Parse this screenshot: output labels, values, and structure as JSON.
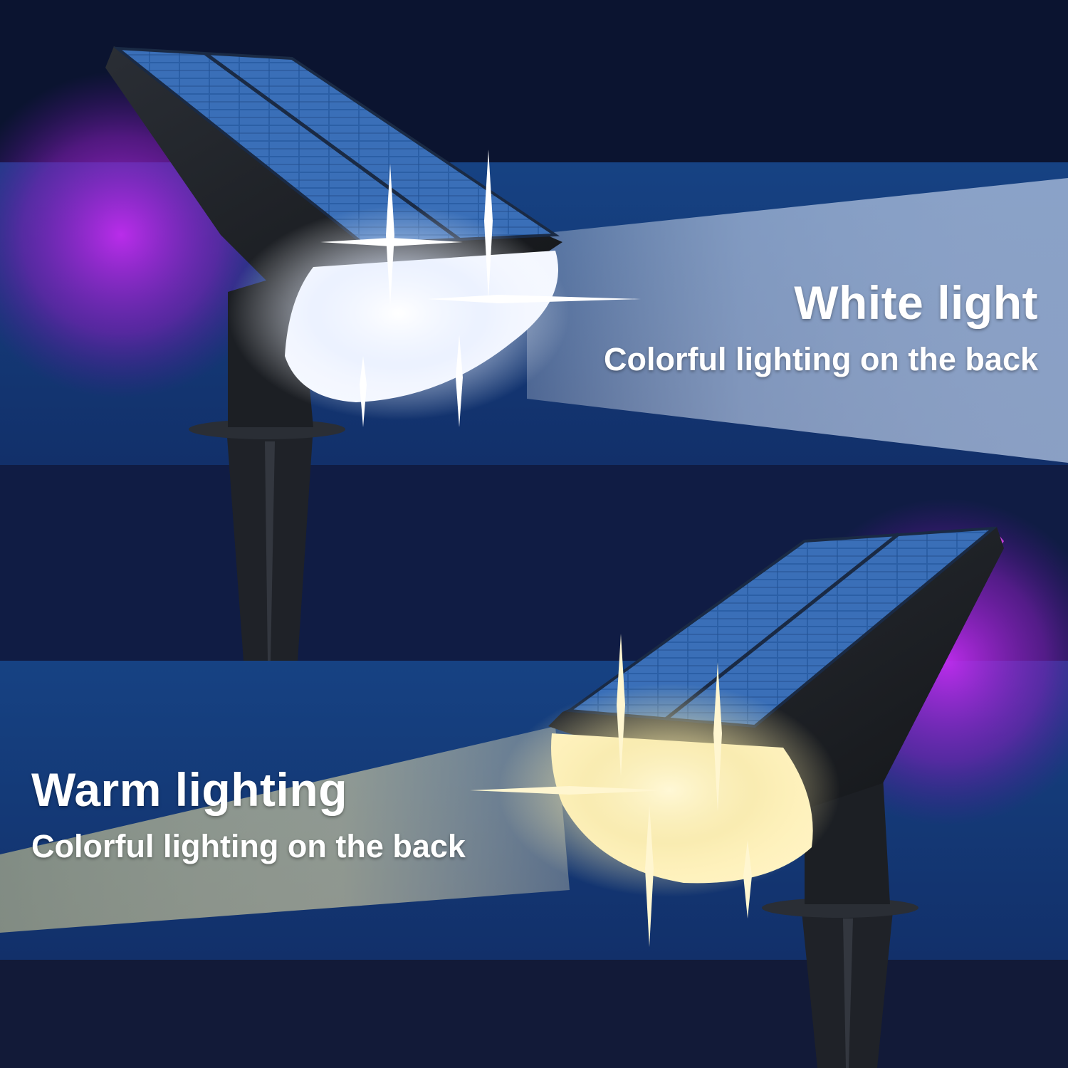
{
  "panels": [
    {
      "title": "White light",
      "subtitle": "Colorful lighting on the back",
      "light_color": "#ffffff"
    },
    {
      "title": "Warm lighting",
      "subtitle": "Colorful lighting on the back",
      "light_color": "#fff1b8"
    }
  ],
  "colors": {
    "night_sky": "#0b1430",
    "band_blue": "#123a78",
    "back_glow": "#b020e0",
    "body_dark": "#1e2126",
    "solar_cell": "#2f62a8"
  }
}
